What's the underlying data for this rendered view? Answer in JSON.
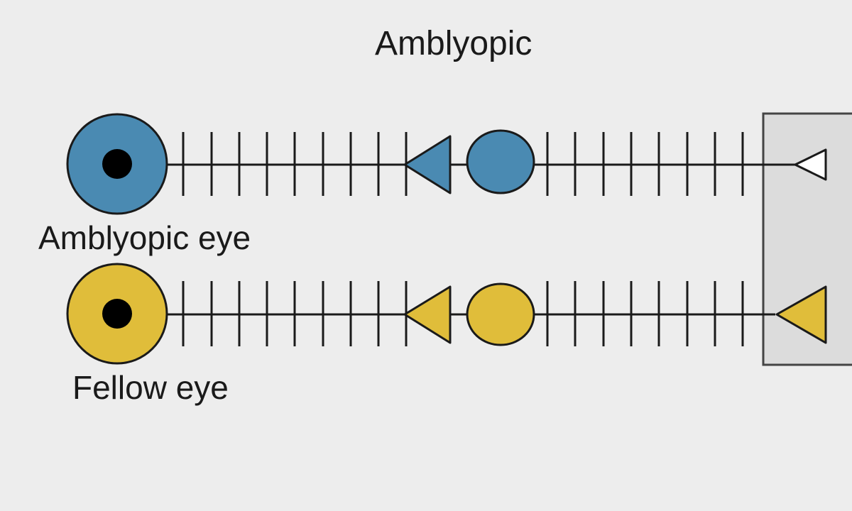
{
  "title": "Amblyopic",
  "colors": {
    "background": "#ededed",
    "amblyopic": "#4a8ab2",
    "fellow": "#e0bd3a",
    "pupil": "#000000",
    "line": "#1a1a1a",
    "box_fill": "#dcdcdc",
    "box_stroke": "#444444",
    "white": "#ffffff"
  },
  "rows": [
    {
      "id": "amblyopic",
      "label": "Amblyopic eye",
      "color_key": "amblyopic",
      "end_triangle_color_key": "white"
    },
    {
      "id": "fellow",
      "label": "Fellow eye",
      "color_key": "fellow",
      "end_triangle_color_key": "fellow"
    }
  ]
}
